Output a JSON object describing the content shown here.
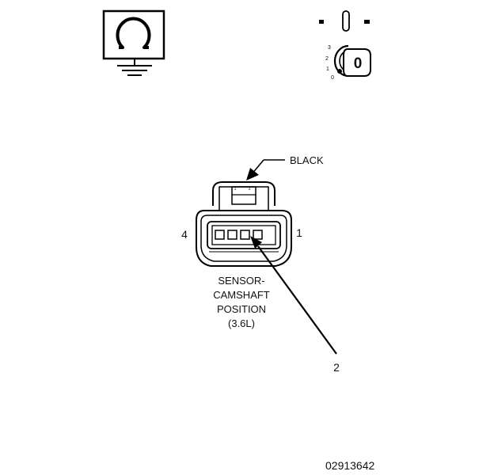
{
  "ignition_switch": {
    "positions": [
      "3",
      "2",
      "1",
      "0"
    ],
    "key_label": "0"
  },
  "connector": {
    "color_label": "BLACK",
    "pin_left": "4",
    "pin_right": "1",
    "small_label": "3",
    "name_lines": [
      "SENSOR-",
      "CAMSHAFT",
      "POSITION",
      "(3.6L)"
    ]
  },
  "callout": {
    "number": "2"
  },
  "figure_id": "02913642"
}
